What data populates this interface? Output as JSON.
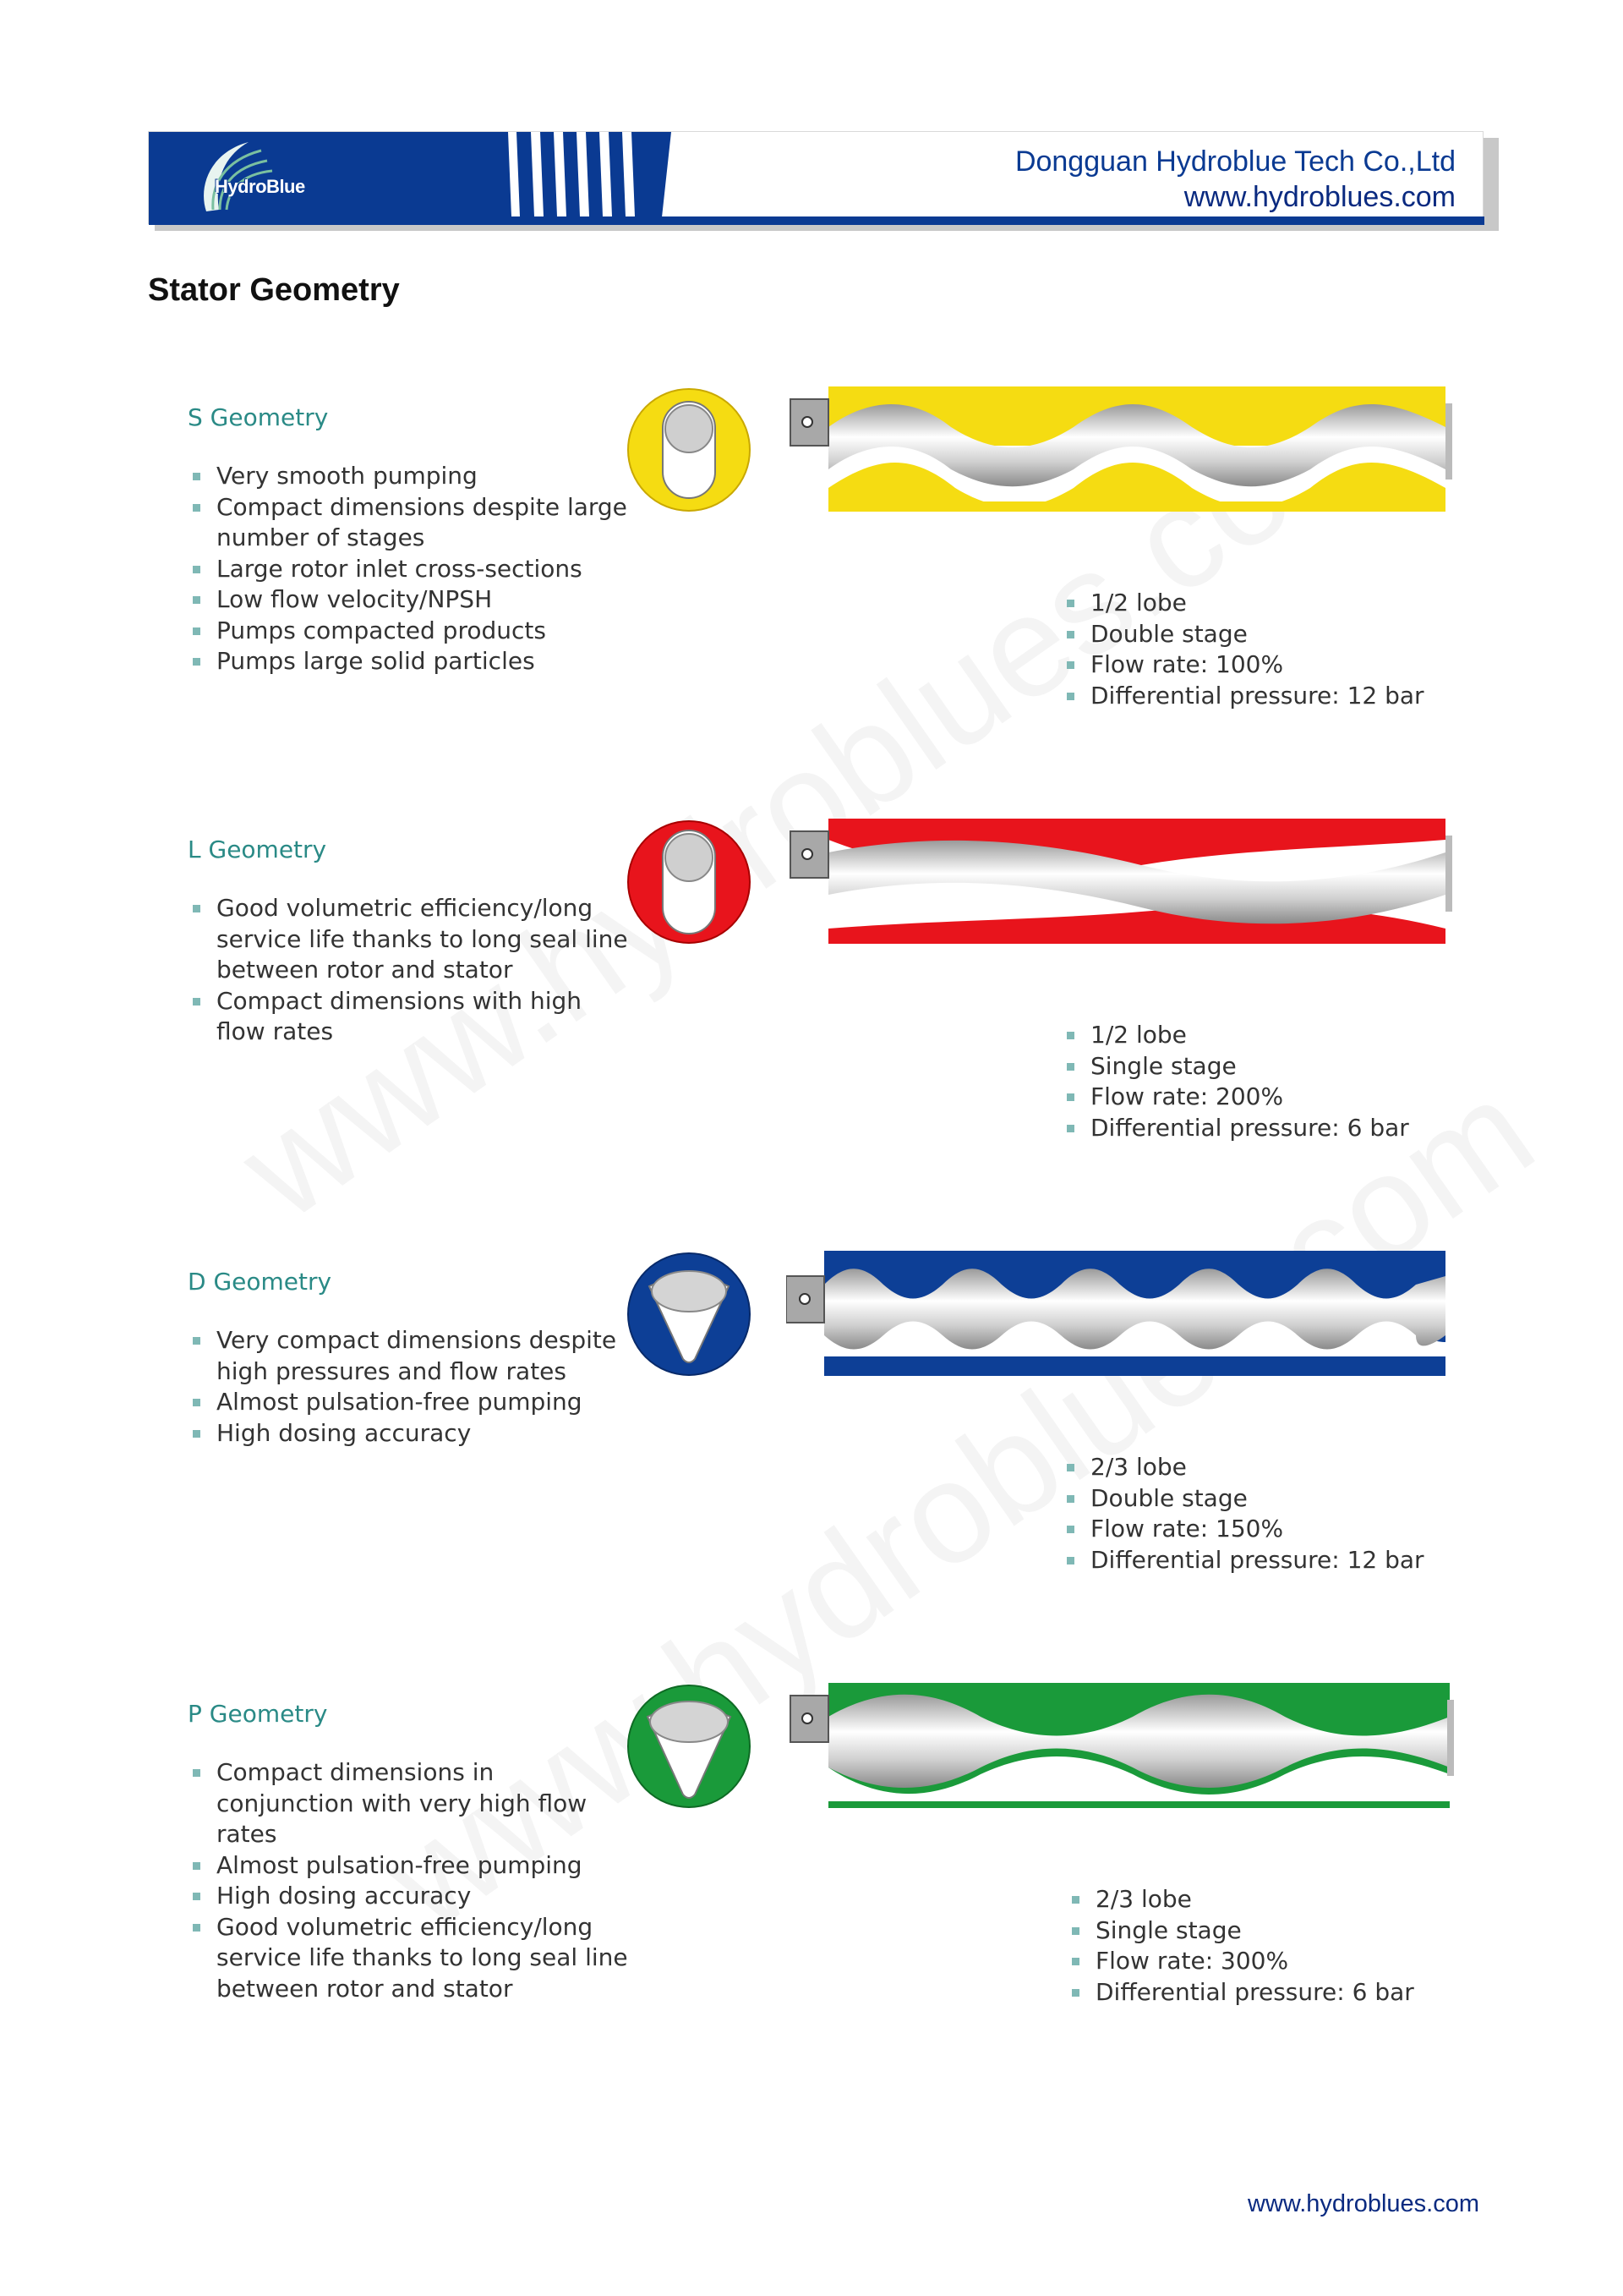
{
  "header": {
    "logo_text": "HydroBlue",
    "company_name": "Dongguan Hydroblue Tech Co.,Ltd",
    "website": "www.hydroblues.com",
    "colors": {
      "brand_blue": "#0a3a92"
    }
  },
  "page_title": "Stator Geometry",
  "watermark": "www.hydroblues.com",
  "sections": [
    {
      "title": "S Geometry",
      "color": "#f5dc12",
      "features": [
        "Very smooth pumping",
        "Compact dimensions despite large number of stages",
        "Large rotor inlet cross-sections",
        "Low flow velocity/NPSH",
        "Pumps compacted products",
        "Pumps large solid particles"
      ],
      "specs": [
        "1/2 lobe",
        "Double stage",
        "Flow rate: 100%",
        "Differential pressure: 12 bar"
      ]
    },
    {
      "title": "L Geometry",
      "color": "#e8141c",
      "features": [
        "Good volumetric efficiency/long service life thanks to long seal line between rotor and stator",
        "Compact dimensions with high flow rates"
      ],
      "specs": [
        "1/2 lobe",
        "Single stage",
        "Flow rate: 200%",
        "Differential pressure: 6 bar"
      ]
    },
    {
      "title": "D Geometry",
      "color": "#0d3f96",
      "features": [
        "Very compact dimensions despite high pressures and flow rates",
        "Almost pulsation-free pumping",
        "High dosing accuracy"
      ],
      "specs": [
        "2/3 lobe",
        "Double stage",
        "Flow rate: 150%",
        "Differential pressure: 12 bar"
      ]
    },
    {
      "title": "P Geometry",
      "color": "#1a9a3a",
      "features": [
        "Compact dimensions in conjunction with very high flow rates",
        "Almost pulsation-free pumping",
        "High dosing accuracy",
        "Good volumetric efficiency/long service life thanks to long seal line between rotor and stator"
      ],
      "specs": [
        "2/3 lobe",
        "Single stage",
        "Flow rate: 300%",
        "Differential pressure: 6 bar"
      ]
    }
  ],
  "footer": {
    "website": "www.hydroblues.com"
  }
}
